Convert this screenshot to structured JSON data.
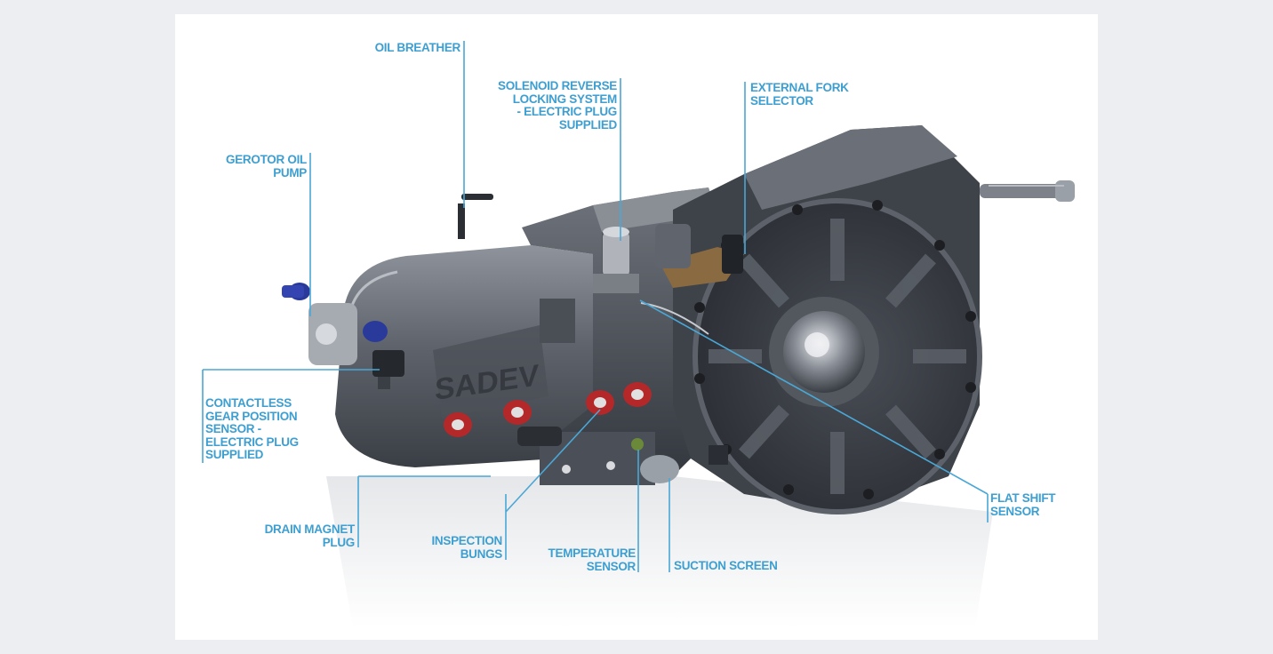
{
  "colors": {
    "label": "#3d9fd1",
    "leader_line": "#4aa7d6",
    "housing_dark": "#3a3e46",
    "housing_light": "#9aa0a8",
    "plug_red": "#b4282a",
    "pump_blue": "#2a3a9a",
    "bracket_brown": "#8a6a40"
  },
  "diagram": {
    "subject": "transmission-gearbox",
    "casting_text": "SADEV"
  },
  "labels": {
    "oil_breather": "OIL BREATHER",
    "solenoid": "SOLENOID REVERSE\nLOCKING SYSTEM\n-  ELECTRIC PLUG\nSUPPLIED",
    "external_fork": "EXTERNAL FORK\nSELECTOR",
    "gerotor": "GEROTOR OIL\nPUMP",
    "contactless": "CONTACTLESS\nGEAR POSITION\nSENSOR -\nELECTRIC PLUG\nSUPPLIED",
    "drain_magnet": "DRAIN MAGNET\nPLUG",
    "inspection": "INSPECTION\nBUNGS",
    "temperature": "TEMPERATURE\nSENSOR",
    "suction": "SUCTION SCREEN",
    "flat_shift": "FLAT SHIFT\nSENSOR"
  }
}
